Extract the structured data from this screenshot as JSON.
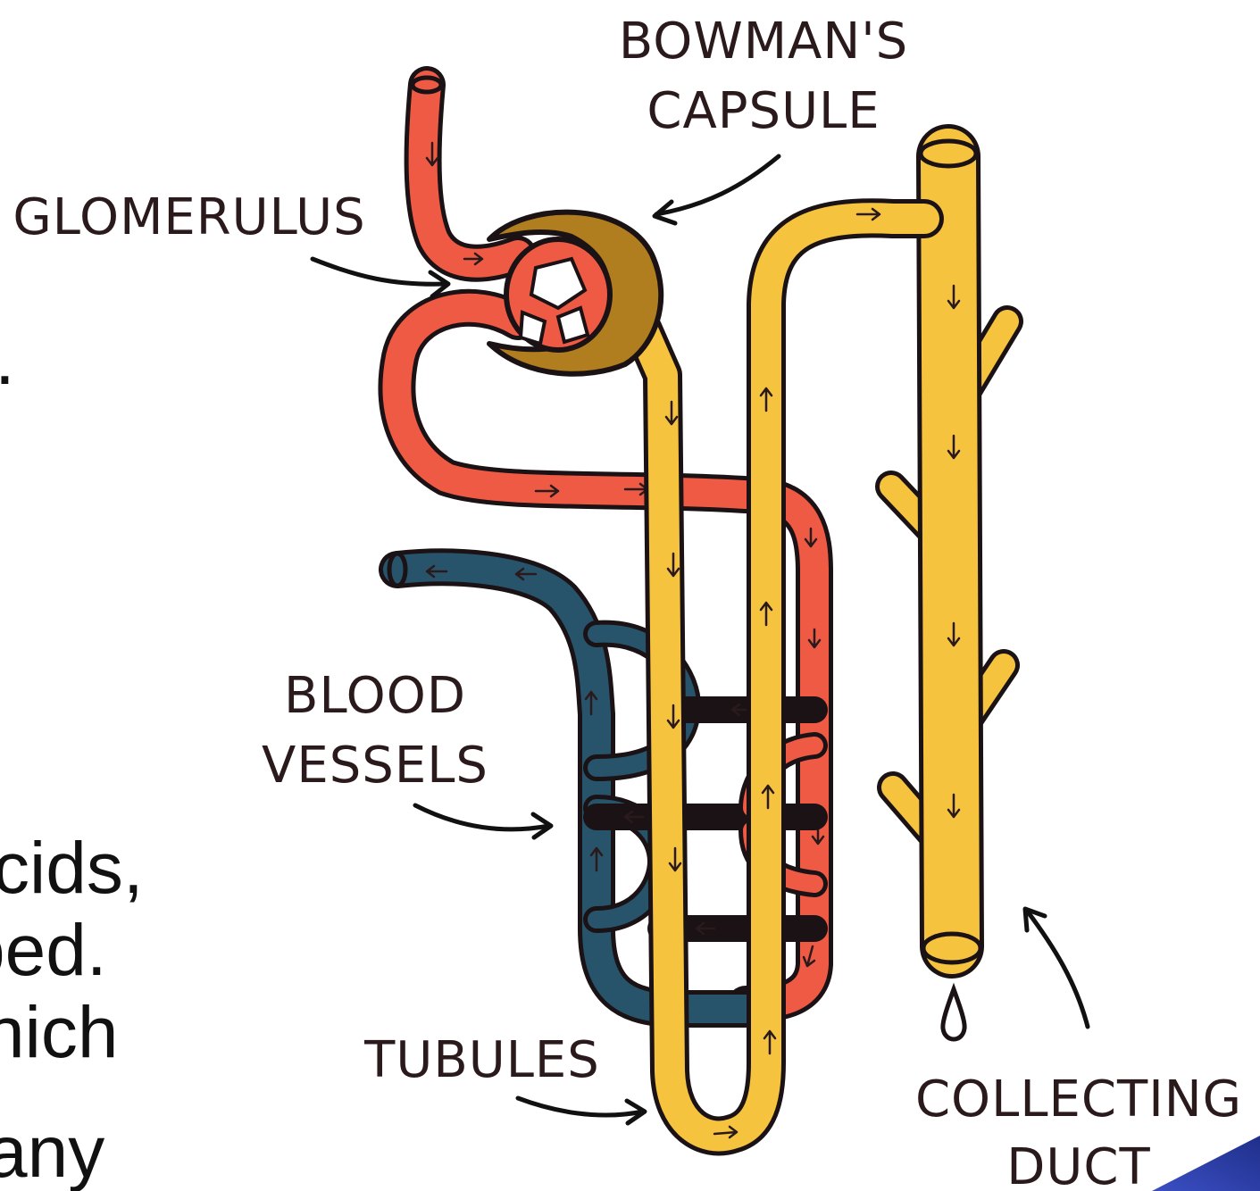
{
  "labels": {
    "bowmans_line1": "BOWMAN'S",
    "bowmans_line2": "CAPSULE",
    "glomerulus": "GLOMERULUS",
    "blood_line1": "BLOOD",
    "blood_line2": "VESSELS",
    "tubules": "TUBULES",
    "collecting_line1": "COLLECTING",
    "collecting_line2": "DUCT"
  },
  "side_text": {
    "line1": ".",
    "line2": "cids,",
    "line3": "bed.",
    "line4": "hich",
    "line5": "any"
  },
  "colors": {
    "artery_red": "#ef5a45",
    "vein_blue": "#27546b",
    "tubule_yellow": "#f6c33f",
    "capsule_olive": "#b07e1f",
    "outline": "#1a1214",
    "corner_accent": "#2e3fa0"
  }
}
